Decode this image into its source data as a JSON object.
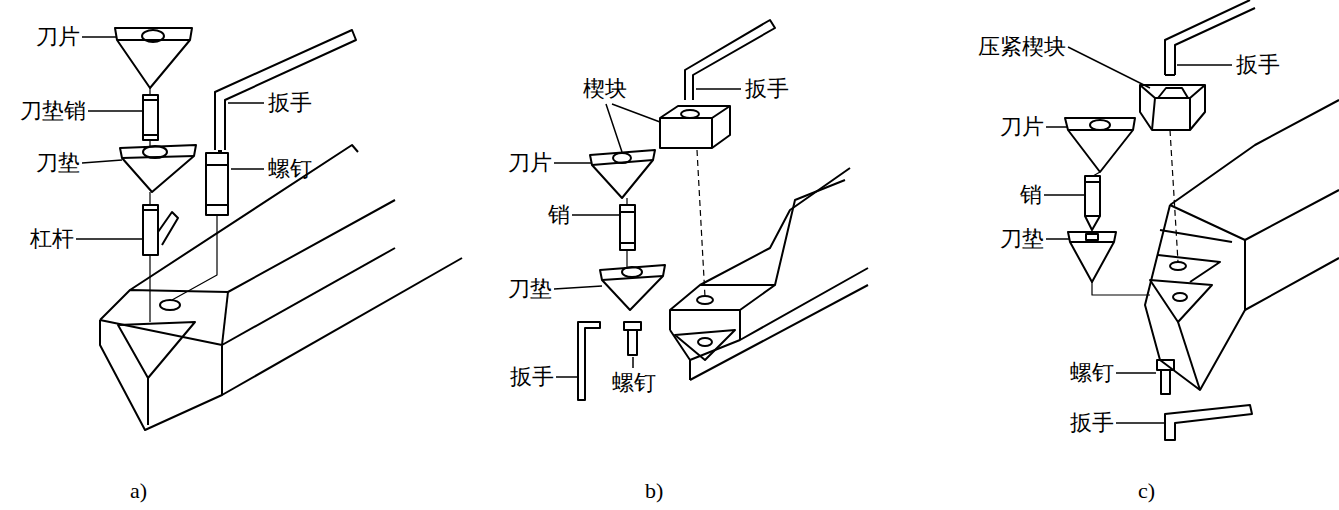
{
  "diagram": {
    "labels": [
      "刀片",
      "刀垫销",
      "刀垫",
      "杠杆",
      "扳手",
      "螺钉",
      "楔块",
      "扳手",
      "刀片",
      "销",
      "刀垫",
      "扳手",
      "螺钉",
      "压紧楔块",
      "扳手",
      "刀片",
      "销",
      "刀垫",
      "螺钉",
      "扳手",
      "a)",
      "b)",
      "c)"
    ]
  }
}
